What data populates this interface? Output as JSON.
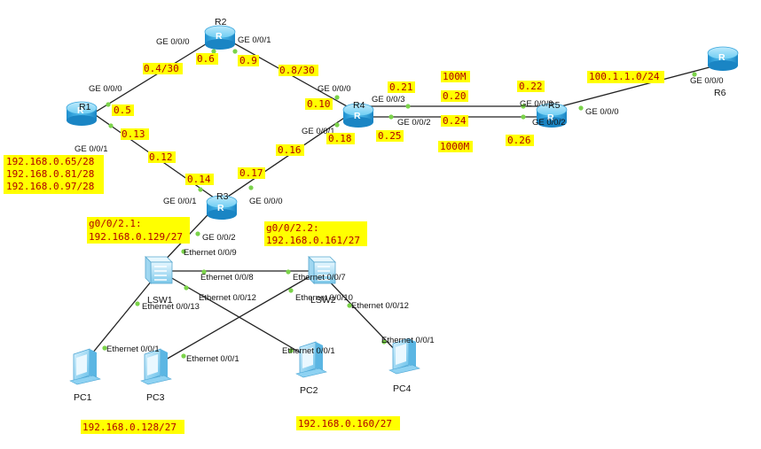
{
  "routers": [
    {
      "id": "R1",
      "name": "R1",
      "icon_letter": "R"
    },
    {
      "id": "R2",
      "name": "R2",
      "icon_letter": "R"
    },
    {
      "id": "R3",
      "name": "R3",
      "icon_letter": "R"
    },
    {
      "id": "R4",
      "name": "R4",
      "icon_letter": "R"
    },
    {
      "id": "R5",
      "name": "R5",
      "icon_letter": "R"
    },
    {
      "id": "R6",
      "name": "R6",
      "icon_letter": "R"
    }
  ],
  "switches": [
    {
      "id": "LSW1",
      "name": "LSW1"
    },
    {
      "id": "LSW2",
      "name": "LSW2"
    }
  ],
  "pcs": [
    {
      "id": "PC1",
      "name": "PC1"
    },
    {
      "id": "PC2",
      "name": "PC2"
    },
    {
      "id": "PC3",
      "name": "PC3"
    },
    {
      "id": "PC4",
      "name": "PC4"
    }
  ],
  "ports": [
    "GE 0/0/0",
    "GE 0/0/1",
    "GE 0/0/0",
    "GE 0/0/1",
    "GE 0/0/1",
    "GE 0/0/0",
    "GE 0/0/3",
    "GE 0/0/2",
    "GE 0/0/1",
    "GE 0/0/0",
    "GE 0/0/2",
    "GE 0/0/3",
    "GE 0/0/2",
    "GE 0/0/0",
    "GE 0/0/0",
    "Ethernet 0/0/9",
    "Ethernet 0/0/8",
    "Ethernet 0/0/12",
    "Ethernet 0/0/13",
    "Ethernet 0/0/7",
    "Ethernet 0/0/10",
    "Ethernet 0/0/12",
    "Ethernet 0/0/1",
    "Ethernet 0/0/1",
    "Ethernet 0/0/1",
    "Ethernet 0/0/1"
  ],
  "highlights": [
    "0.4/30",
    "0.6",
    "0.9",
    "0.8/30",
    "0.5",
    "0.13",
    "0.12",
    "0.14",
    "0.17",
    "0.16",
    "0.10",
    "0.18",
    "0.25",
    "0.21",
    "0.20",
    "0.24",
    "100M",
    "1000M",
    "0.22",
    "0.26",
    "100.1.1.0/24",
    "192.168.0.65/28",
    "192.168.0.81/28",
    "192.168.0.97/28",
    "g0/0/2.1:",
    "192.168.0.129/27",
    "g0/0/2.2:",
    "192.168.0.161/27",
    "192.168.0.128/27",
    "192.168.0.160/27"
  ],
  "colors": {
    "highlight_bg": "#ffff00",
    "highlight_text": "#b00000",
    "router_blue": "#46b4e6",
    "port_dot": "#7bd34a",
    "link": "#222222"
  }
}
